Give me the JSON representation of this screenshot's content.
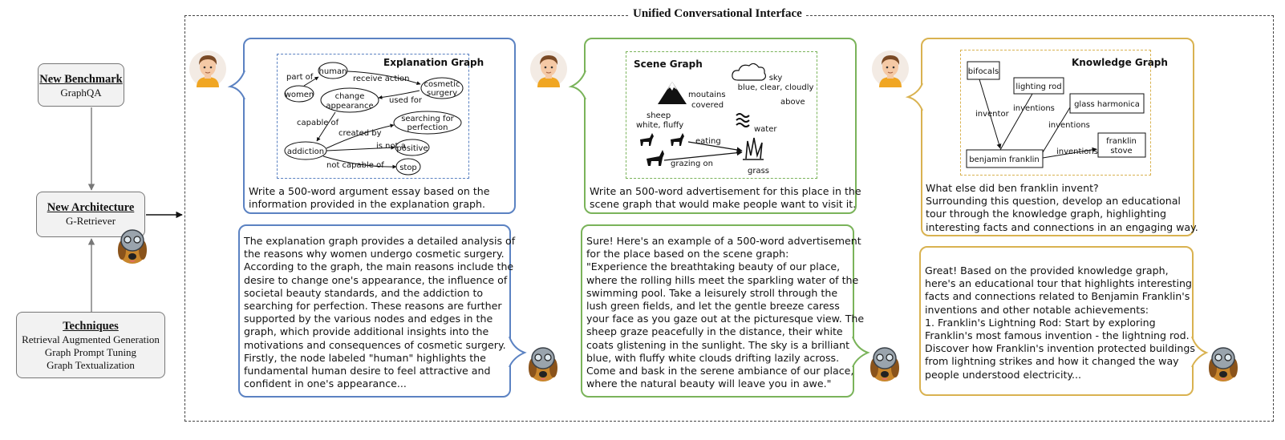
{
  "frame_title": "Unified Conversational Interface",
  "left": {
    "benchmark": {
      "heading": "New Benchmark",
      "line": "GraphQA"
    },
    "architecture": {
      "heading": "New Architecture",
      "line": "G-Retriever"
    },
    "techniques": {
      "heading": "Techniques",
      "lines": [
        "Retrieval Augmented Generation",
        "Graph Prompt Tuning",
        "Graph Textualization"
      ]
    }
  },
  "colors": {
    "blue": "#5b82c2",
    "green": "#7ab35a",
    "yellow": "#d9b250",
    "skin": "#f5c9a5",
    "hair": "#7a4a26",
    "shirt": "#f0a623",
    "dog": "#c8862c"
  },
  "panel1": {
    "graph_title": "Explanation Graph",
    "nodes": [
      "human",
      "women",
      "change appearance",
      "cosmetic surgery",
      "searching for perfection",
      "addiction",
      "positive",
      "stop"
    ],
    "edges": [
      "part of",
      "receive action",
      "used for",
      "capable of",
      "created by",
      "is not a",
      "not capable of"
    ],
    "question": [
      "Write a 500-word argument essay based on the",
      "information provided in the explanation graph."
    ],
    "answer": [
      "The explanation graph provides a detailed analysis of",
      "the reasons why women undergo cosmetic surgery.",
      "According to the graph, the main reasons include the",
      "desire to change one's appearance, the influence of",
      "societal beauty standards, and the addiction to",
      "searching for perfection. These reasons are further",
      "supported by the various nodes and edges in the",
      "graph, which provide additional insights into the",
      "motivations and consequences of cosmetic surgery.",
      "Firstly, the node labeled \"human\" highlights the",
      "fundamental human desire to feel attractive and",
      "confident in one's appearance..."
    ]
  },
  "panel2": {
    "graph_title": "Scene Graph",
    "labels": {
      "mountains": [
        "moutains",
        "covered"
      ],
      "sky": [
        "sky",
        "blue, clear, cloudly"
      ],
      "above": "above",
      "water": "water",
      "sheep": [
        "sheep",
        "white, fluffy"
      ],
      "eating": "eating",
      "grazing": "grazing on",
      "grass": "grass"
    },
    "question": [
      "Write an 500-word advertisement for this place in the",
      "scene graph that would make people want to visit it."
    ],
    "answer": [
      "Sure! Here's an example of a 500-word advertisement",
      "for the place based on the scene graph:",
      "\"Experience the breathtaking beauty of our place,",
      "where the rolling hills meet the sparkling water of the",
      "swimming pool. Take a leisurely stroll through the",
      "lush green fields, and let the gentle breeze caress",
      "your face as you gaze out at the picturesque view. The",
      "sheep graze peacefully in the distance, their white",
      "coats glistening in the sunlight. The sky is a brilliant",
      "blue, with fluffy white clouds drifting lazily across.",
      "Come and bask in the serene ambiance of our place,",
      "where the natural beauty will leave you in awe.\""
    ]
  },
  "panel3": {
    "graph_title": "Knowledge Graph",
    "nodes": [
      "bifocals",
      "lighting rod",
      "glass harmonica",
      "benjamin franklin",
      "franklin stove"
    ],
    "edges": [
      "inventor",
      "inventions",
      "inventions",
      "inventions"
    ],
    "question": [
      "What else did ben franklin invent?",
      "Surrounding this question, develop an educational",
      "tour through the knowledge graph, highlighting",
      "interesting facts and connections in an engaging way."
    ],
    "answer": [
      "Great! Based on the provided knowledge graph,",
      "here's an educational tour that highlights interesting",
      "facts and connections related to Benjamin Franklin's",
      "inventions and other notable achievements:",
      "1. Franklin's Lightning Rod: Start by exploring",
      "Franklin's most famous invention - the lightning rod.",
      "Discover how Franklin's invention protected buildings",
      "from lightning strikes and how it changed the way",
      "people understood electricity..."
    ]
  }
}
